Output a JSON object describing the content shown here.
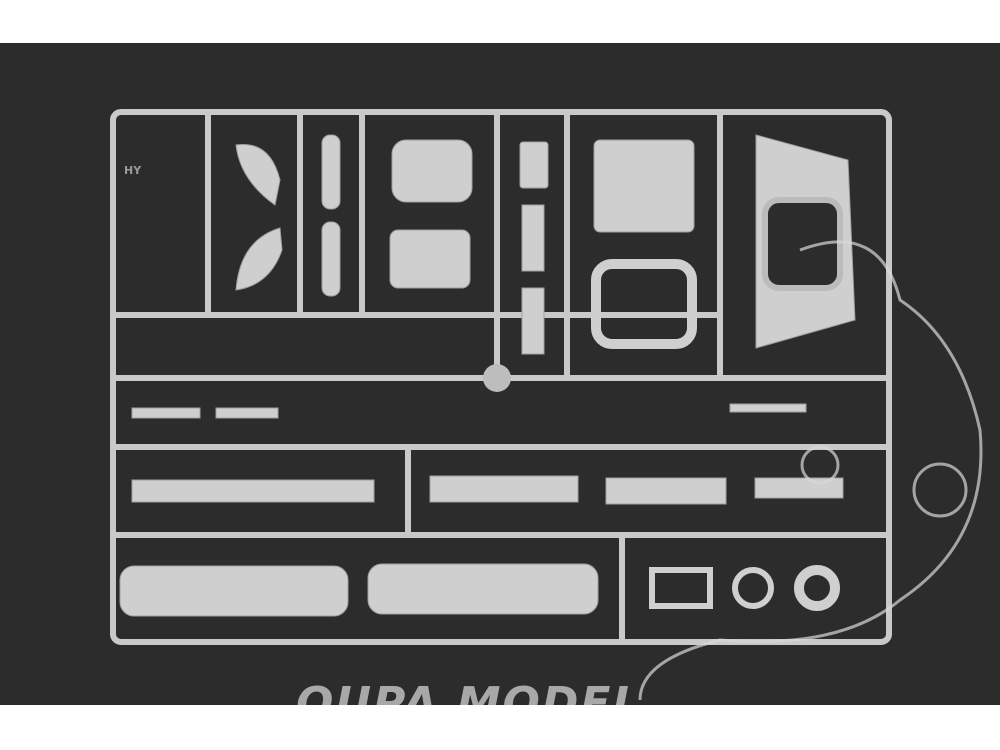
{
  "photo": {
    "subject": "model-kit-sprue",
    "sprue_tag": "HY",
    "watermark": "OUPA MODEL",
    "colors": {
      "background": "#2c2c2c",
      "plastic": "#cfcfcf",
      "border": "#ffffff"
    }
  }
}
